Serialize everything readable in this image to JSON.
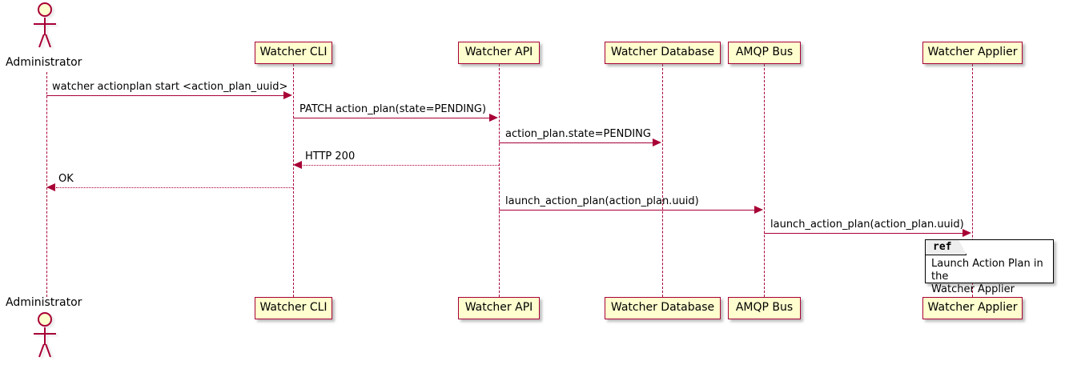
{
  "diagram": {
    "type": "uml-sequence-diagram",
    "colors": {
      "participant_fill": "#FEFECE",
      "participant_border": "#A80036",
      "line": "#A80036",
      "ref_fill": "#FFFFFF",
      "ref_border": "#000000",
      "ref_tab_fill": "#EEEEEE",
      "text": "#000000",
      "background": "#FFFFFF"
    },
    "actors": [
      {
        "id": "administrator",
        "label": "Administrator",
        "kind": "actor"
      }
    ],
    "participants": [
      {
        "id": "watcher-cli",
        "label": "Watcher CLI"
      },
      {
        "id": "watcher-api",
        "label": "Watcher API"
      },
      {
        "id": "watcher-database",
        "label": "Watcher Database"
      },
      {
        "id": "amqp-bus",
        "label": "AMQP Bus"
      },
      {
        "id": "watcher-applier",
        "label": "Watcher Applier"
      }
    ],
    "messages": [
      {
        "index": 1,
        "from": "administrator",
        "to": "watcher-cli",
        "label": "watcher actionplan start <action_plan_uuid>",
        "style": "solid",
        "direction": "right"
      },
      {
        "index": 2,
        "from": "watcher-cli",
        "to": "watcher-api",
        "label": "PATCH action_plan(state=PENDING)",
        "style": "solid",
        "direction": "right"
      },
      {
        "index": 3,
        "from": "watcher-api",
        "to": "watcher-database",
        "label": "action_plan.state=PENDING",
        "style": "solid",
        "direction": "right"
      },
      {
        "index": 4,
        "from": "watcher-api",
        "to": "watcher-cli",
        "label": "HTTP 200",
        "style": "dotted",
        "direction": "left"
      },
      {
        "index": 5,
        "from": "watcher-cli",
        "to": "administrator",
        "label": "OK",
        "style": "dotted",
        "direction": "left"
      },
      {
        "index": 6,
        "from": "watcher-api",
        "to": "amqp-bus",
        "label": "launch_action_plan(action_plan.uuid)",
        "style": "solid",
        "direction": "right"
      },
      {
        "index": 7,
        "from": "amqp-bus",
        "to": "watcher-applier",
        "label": "launch_action_plan(action_plan.uuid)",
        "style": "solid",
        "direction": "right"
      }
    ],
    "fragments": [
      {
        "id": "ref-launch-action-plan",
        "type": "ref",
        "tab_label": "ref",
        "body": "Launch Action Plan in the\nWatcher Applier"
      }
    ]
  }
}
